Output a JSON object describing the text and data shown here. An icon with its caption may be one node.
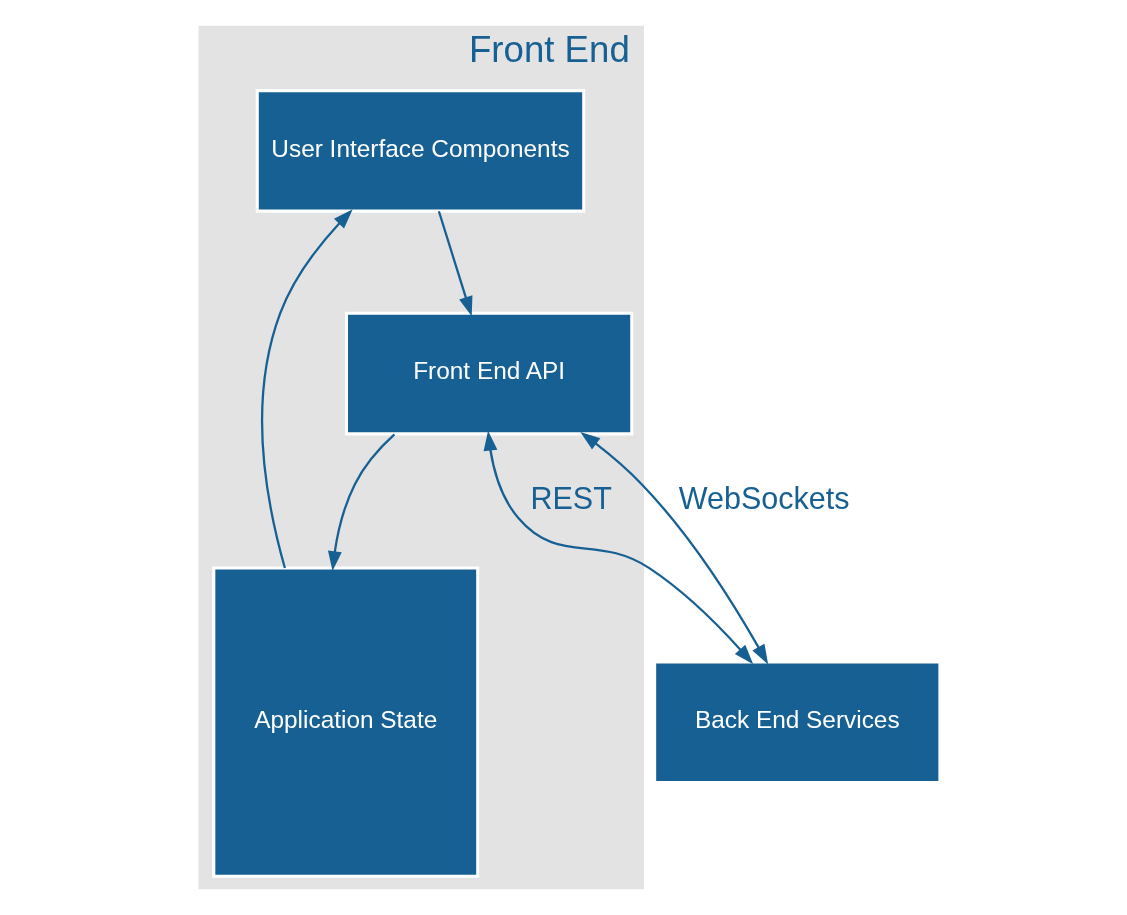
{
  "diagram": {
    "nodes": [
      {
        "text": [
          "Front End"
        ]
      },
      {
        "text": [
          "User Interface Components"
        ],
        "in": 0
      },
      {
        "text": [
          "Front End API"
        ],
        "in": 0
      },
      {
        "text": [
          "Application State"
        ],
        "in": 0
      },
      {
        "text": [
          "Back End Services"
        ]
      }
    ],
    "edges": [
      {
        "from": 3,
        "to": 1,
        "arrow": "to"
      },
      {
        "from": 1,
        "to": 2,
        "arrow": "to"
      },
      {
        "from": 2,
        "to": 3,
        "arrow": "to"
      },
      {
        "from": 2,
        "to": 4,
        "arrow": "both",
        "label": "REST"
      },
      {
        "from": 2,
        "to": 4,
        "arrow": "both",
        "label": "WebSockets"
      }
    ]
  }
}
